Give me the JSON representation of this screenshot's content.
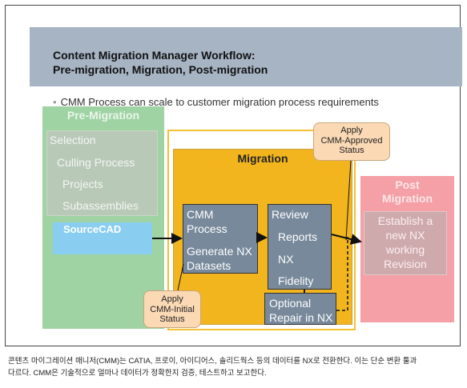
{
  "header": {
    "title_line1": "Content Migration Manager Workflow:",
    "title_line2": "Pre-migration, Migration, Post-migration"
  },
  "bullet": {
    "text": "CMM Process can scale to customer migration process requirements"
  },
  "pre_migration": {
    "title": "Pre-Migration",
    "selection": "Selection",
    "culling": "Culling Process",
    "projects": "Projects",
    "subassemblies": "Subassemblies",
    "sourcecad": "SourceCAD"
  },
  "migration": {
    "title": "Migration",
    "cmm_line1": "CMM",
    "cmm_line2": "Process",
    "generate_line1": "Generate NX",
    "generate_line2": "Datasets",
    "review": "Review",
    "reports": "Reports",
    "nx": "NX",
    "fidelity": "Fidelity",
    "repair_line1": "Optional",
    "repair_line2": "Repair in NX"
  },
  "post_migration": {
    "title_line1": "Post",
    "title_line2": "Migration",
    "establish_line1": "Establish a",
    "establish_line2": "new NX",
    "establish_line3": "working",
    "establish_line4": "Revision"
  },
  "callouts": {
    "approved_line1": "Apply",
    "approved_line2": "CMM-Approved",
    "approved_line3": "Status",
    "initial_line1": "Apply",
    "initial_line2": "CMM-Initial",
    "initial_line3": "Status"
  },
  "caption": {
    "line1": "콘텐츠 마이그레이션 매니저(CMM)는 CATIA, 프로이, 아이디어스, 솔리드웍스 등의 데이터를 NX로 전환한다. 이는 단순 변환 툴과",
    "line2": "다르다. CMM은 기술적으로 얼마나 데이터가 정확한지 검증, 테스트하고 보고한다."
  },
  "colors": {
    "header": "#a7b4c3",
    "pre_migration": "#9fd3a3",
    "migration": "#f2b51e",
    "post_migration": "#f4a0a6",
    "sourcecad": "#89cdf0",
    "process_box": "#77899b",
    "callout": "#fbd9b5"
  }
}
